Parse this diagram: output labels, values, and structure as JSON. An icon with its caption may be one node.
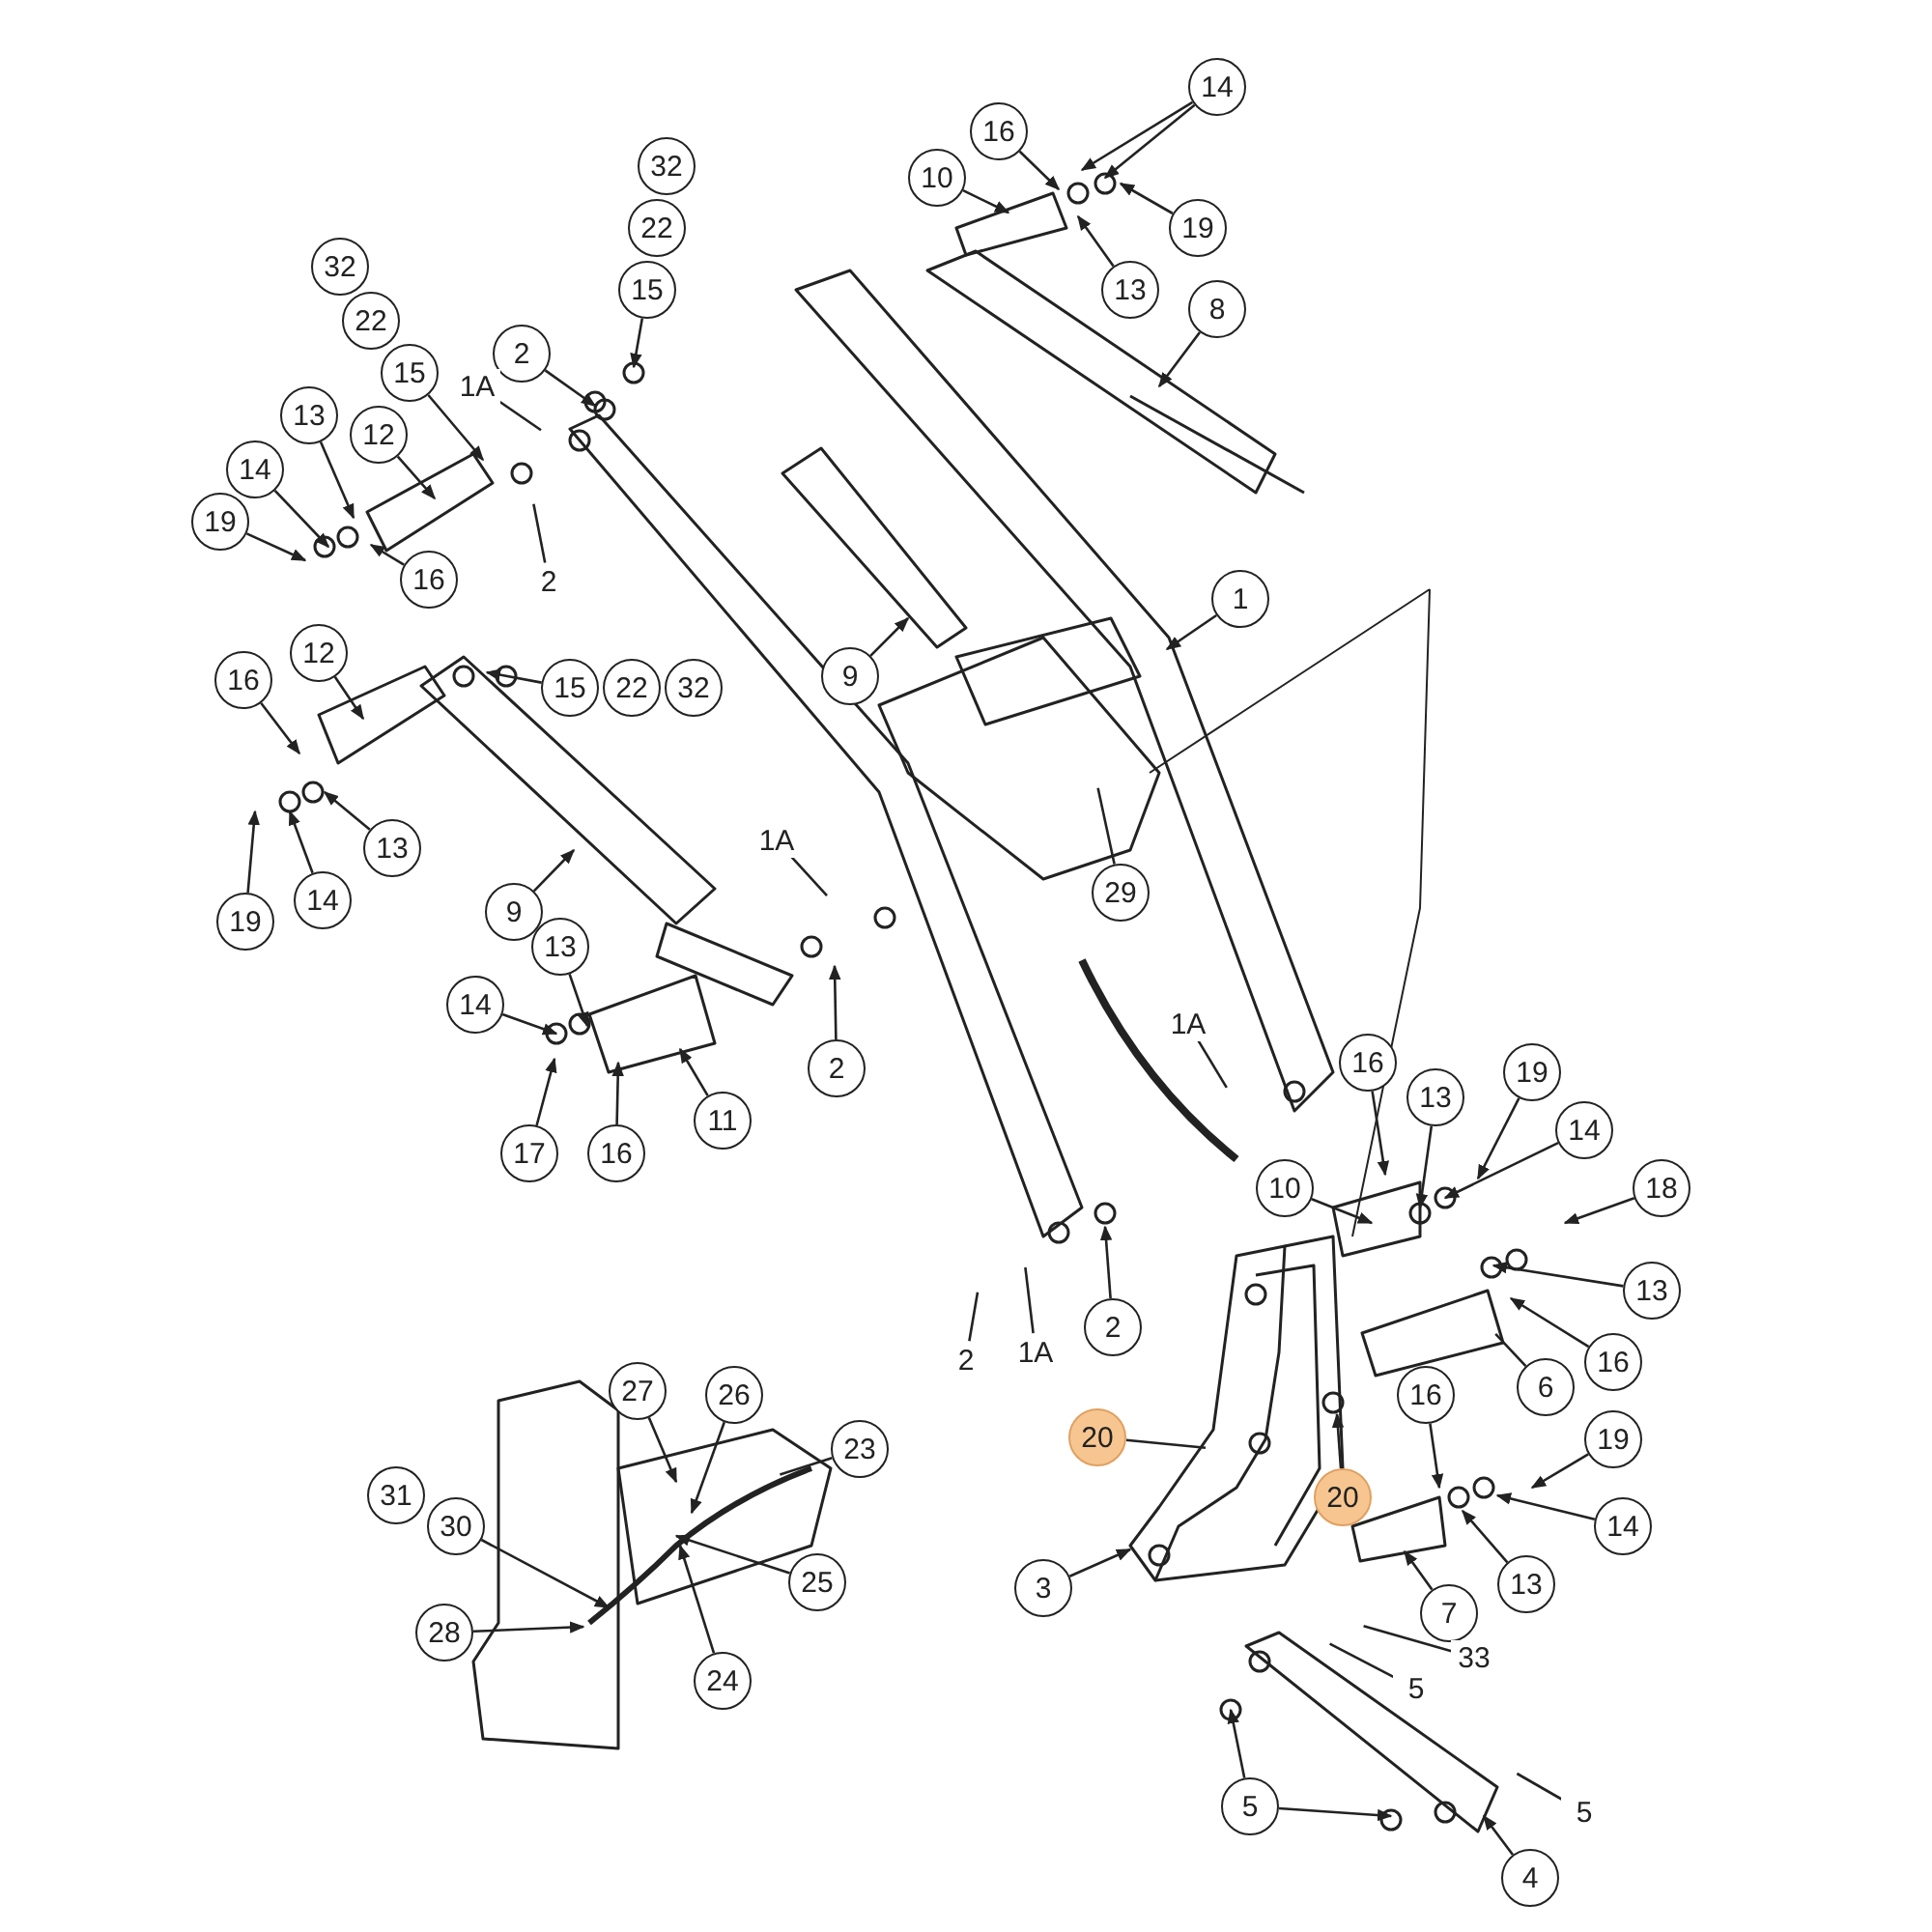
{
  "diagram": {
    "nodes": [
      {
        "text": [
          "14"
        ]
      },
      {
        "text": [
          "16"
        ]
      },
      {
        "text": [
          "10"
        ]
      },
      {
        "text": [
          "13"
        ]
      },
      {
        "text": [
          "19"
        ]
      },
      {
        "text": [
          "8"
        ]
      },
      {
        "text": [
          "32"
        ]
      },
      {
        "text": [
          "22"
        ]
      },
      {
        "text": [
          "15"
        ]
      },
      {
        "text": [
          "32"
        ]
      },
      {
        "text": [
          "22"
        ]
      },
      {
        "text": [
          "15"
        ]
      },
      {
        "text": [
          "2"
        ]
      },
      {
        "text": [
          "1A"
        ]
      },
      {
        "text": [
          "13"
        ]
      },
      {
        "text": [
          "12"
        ]
      },
      {
        "text": [
          "14"
        ]
      },
      {
        "text": [
          "19"
        ]
      },
      {
        "text": [
          "2"
        ]
      },
      {
        "text": [
          "16"
        ]
      },
      {
        "text": [
          "1"
        ]
      },
      {
        "text": [
          "12"
        ]
      },
      {
        "text": [
          "16"
        ]
      },
      {
        "text": [
          "15"
        ]
      },
      {
        "text": [
          "22"
        ]
      },
      {
        "text": [
          "32"
        ]
      },
      {
        "text": [
          "9"
        ]
      },
      {
        "text": [
          "13"
        ]
      },
      {
        "text": [
          "14"
        ]
      },
      {
        "text": [
          "19"
        ]
      },
      {
        "text": [
          "9"
        ]
      },
      {
        "text": [
          "1A"
        ]
      },
      {
        "text": [
          "29"
        ]
      },
      {
        "text": [
          "13"
        ]
      },
      {
        "text": [
          "14"
        ]
      },
      {
        "text": [
          "2"
        ]
      },
      {
        "text": [
          "17"
        ]
      },
      {
        "text": [
          "16"
        ]
      },
      {
        "text": [
          "11"
        ]
      },
      {
        "text": [
          "1A"
        ]
      },
      {
        "text": [
          "16"
        ]
      },
      {
        "text": [
          "19"
        ]
      },
      {
        "text": [
          "13"
        ]
      },
      {
        "text": [
          "10"
        ]
      },
      {
        "text": [
          "14"
        ]
      },
      {
        "text": [
          "18"
        ]
      },
      {
        "text": [
          "13"
        ]
      },
      {
        "text": [
          "2"
        ]
      },
      {
        "text": [
          "2"
        ]
      },
      {
        "text": [
          "1A"
        ]
      },
      {
        "text": [
          "16"
        ]
      },
      {
        "text": [
          "6"
        ]
      },
      {
        "text": [
          "27"
        ]
      },
      {
        "text": [
          "26"
        ]
      },
      {
        "text": [
          "23"
        ]
      },
      {
        "text": [
          "20"
        ]
      },
      {
        "text": [
          "20"
        ]
      },
      {
        "text": [
          "16"
        ]
      },
      {
        "text": [
          "19"
        ]
      },
      {
        "text": [
          "31"
        ]
      },
      {
        "text": [
          "30"
        ]
      },
      {
        "text": [
          "25"
        ]
      },
      {
        "text": [
          "14"
        ]
      },
      {
        "text": [
          "3"
        ]
      },
      {
        "text": [
          "13"
        ]
      },
      {
        "text": [
          "7"
        ]
      },
      {
        "text": [
          "28"
        ]
      },
      {
        "text": [
          "24"
        ]
      },
      {
        "text": [
          "33"
        ]
      },
      {
        "text": [
          "5"
        ]
      },
      {
        "text": [
          "5"
        ]
      },
      {
        "text": [
          "5"
        ]
      },
      {
        "text": [
          "4"
        ]
      }
    ],
    "edges": [
      {
        "from": 0,
        "to": null,
        "arrow": "to"
      },
      {
        "from": 0,
        "to": null,
        "arrow": "to"
      },
      {
        "from": 1,
        "to": null,
        "arrow": "to"
      },
      {
        "from": 2,
        "to": null,
        "arrow": "to"
      },
      {
        "from": 3,
        "to": null,
        "arrow": "to"
      },
      {
        "from": 4,
        "to": null,
        "arrow": "to"
      },
      {
        "from": 5,
        "to": null,
        "arrow": "to"
      },
      {
        "from": 8,
        "to": null,
        "arrow": "to"
      },
      {
        "from": 11,
        "to": null,
        "arrow": "to"
      },
      {
        "from": 12,
        "to": null,
        "arrow": "to"
      },
      {
        "from": 13,
        "to": null,
        "arrow": "none"
      },
      {
        "from": 14,
        "to": null,
        "arrow": "to"
      },
      {
        "from": 15,
        "to": null,
        "arrow": "to"
      },
      {
        "from": 16,
        "to": null,
        "arrow": "to"
      },
      {
        "from": 17,
        "to": null,
        "arrow": "to"
      },
      {
        "from": 18,
        "to": null,
        "arrow": "none"
      },
      {
        "from": 19,
        "to": null,
        "arrow": "to"
      },
      {
        "from": 20,
        "to": null,
        "arrow": "to"
      },
      {
        "from": 21,
        "to": null,
        "arrow": "to"
      },
      {
        "from": 22,
        "to": null,
        "arrow": "to"
      },
      {
        "from": 23,
        "to": null,
        "arrow": "to"
      },
      {
        "from": 26,
        "to": null,
        "arrow": "to"
      },
      {
        "from": 27,
        "to": null,
        "arrow": "to"
      },
      {
        "from": 28,
        "to": null,
        "arrow": "to"
      },
      {
        "from": 29,
        "to": null,
        "arrow": "to"
      },
      {
        "from": 30,
        "to": null,
        "arrow": "to"
      },
      {
        "from": 31,
        "to": null,
        "arrow": "none"
      },
      {
        "from": 32,
        "to": null,
        "arrow": "none"
      },
      {
        "from": 33,
        "to": null,
        "arrow": "to"
      },
      {
        "from": 34,
        "to": null,
        "arrow": "to"
      },
      {
        "from": 35,
        "to": null,
        "arrow": "to"
      },
      {
        "from": 36,
        "to": null,
        "arrow": "to"
      },
      {
        "from": 37,
        "to": null,
        "arrow": "to"
      },
      {
        "from": 38,
        "to": null,
        "arrow": "to"
      },
      {
        "from": 39,
        "to": null,
        "arrow": "none"
      },
      {
        "from": 40,
        "to": null,
        "arrow": "to"
      },
      {
        "from": 41,
        "to": null,
        "arrow": "to"
      },
      {
        "from": 42,
        "to": null,
        "arrow": "to"
      },
      {
        "from": 43,
        "to": null,
        "arrow": "to"
      },
      {
        "from": 44,
        "to": null,
        "arrow": "to"
      },
      {
        "from": 45,
        "to": null,
        "arrow": "to"
      },
      {
        "from": 46,
        "to": null,
        "arrow": "to"
      },
      {
        "from": 47,
        "to": null,
        "arrow": "to"
      },
      {
        "from": 48,
        "to": null,
        "arrow": "none"
      },
      {
        "from": 49,
        "to": null,
        "arrow": "none"
      },
      {
        "from": 50,
        "to": null,
        "arrow": "to"
      },
      {
        "from": 51,
        "to": null,
        "arrow": "none"
      },
      {
        "from": 52,
        "to": null,
        "arrow": "to"
      },
      {
        "from": 53,
        "to": null,
        "arrow": "to"
      },
      {
        "from": 54,
        "to": null,
        "arrow": "none"
      },
      {
        "from": 55,
        "to": null,
        "arrow": "none"
      },
      {
        "from": 56,
        "to": null,
        "arrow": "to"
      },
      {
        "from": 57,
        "to": null,
        "arrow": "to"
      },
      {
        "from": 58,
        "to": null,
        "arrow": "to"
      },
      {
        "from": 60,
        "to": null,
        "arrow": "to"
      },
      {
        "from": 61,
        "to": null,
        "arrow": "to"
      },
      {
        "from": 62,
        "to": null,
        "arrow": "to"
      },
      {
        "from": 63,
        "to": null,
        "arrow": "to"
      },
      {
        "from": 64,
        "to": null,
        "arrow": "to"
      },
      {
        "from": 65,
        "to": null,
        "arrow": "to"
      },
      {
        "from": 66,
        "to": null,
        "arrow": "to"
      },
      {
        "from": 67,
        "to": null,
        "arrow": "to"
      },
      {
        "from": 68,
        "to": null,
        "arrow": "none"
      },
      {
        "from": 69,
        "to": null,
        "arrow": "none"
      },
      {
        "from": 70,
        "to": null,
        "arrow": "to"
      },
      {
        "from": 70,
        "to": null,
        "arrow": "to"
      },
      {
        "from": 71,
        "to": null,
        "arrow": "none"
      },
      {
        "from": 72,
        "to": null,
        "arrow": "to"
      }
    ]
  }
}
